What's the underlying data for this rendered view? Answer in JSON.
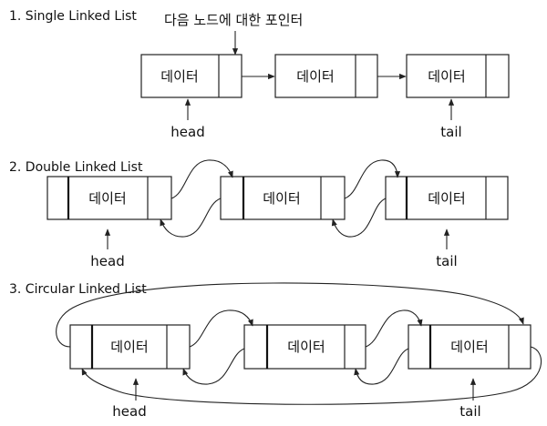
{
  "sections": {
    "single": {
      "title": "1. Single Linked List",
      "pointer_annotation": "다음 노드에 대한 포인터"
    },
    "double": {
      "title": "2. Double Linked List"
    },
    "circular": {
      "title": "3. Circular Linked List"
    }
  },
  "node_data_label": "데이터",
  "head_label": "head",
  "tail_label": "tail"
}
